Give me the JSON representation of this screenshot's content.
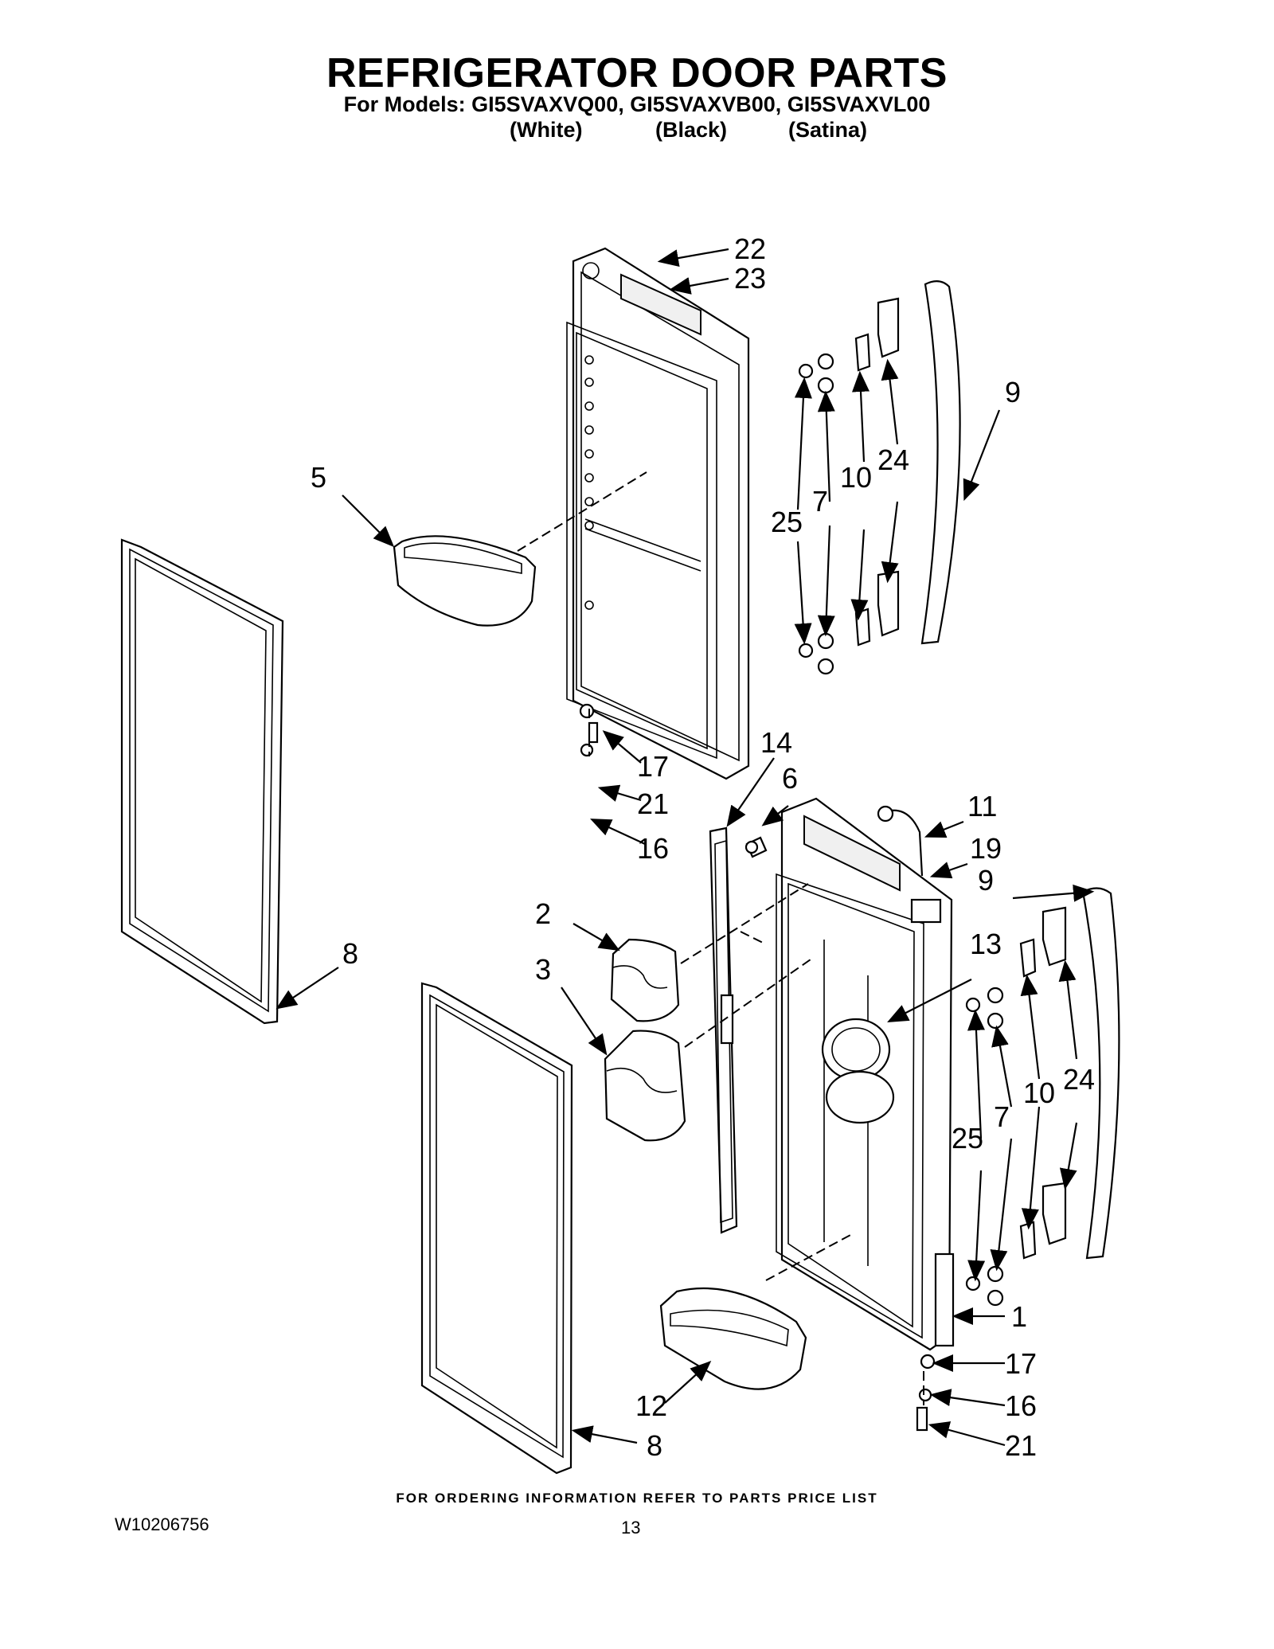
{
  "header": {
    "title": "REFRIGERATOR DOOR PARTS",
    "models_line": "For Models: GI5SVAXVQ00, GI5SVAXVB00, GI5SVAXVL00",
    "variants": [
      "(White)",
      "(Black)",
      "(Satina)"
    ]
  },
  "callouts": {
    "c22": "22",
    "c23": "23",
    "c9a": "9",
    "c5": "5",
    "c24a": "24",
    "c10a": "10",
    "c7a": "7",
    "c25a": "25",
    "c14": "14",
    "c6": "6",
    "c17a": "17",
    "c21a": "21",
    "c16a": "16",
    "c11": "11",
    "c19": "19",
    "c9b": "9",
    "c2": "2",
    "c8a": "8",
    "c3": "3",
    "c13": "13",
    "c24b": "24",
    "c10b": "10",
    "c7b": "7",
    "c25b": "25",
    "c1": "1",
    "c17b": "17",
    "c16b": "16",
    "c12": "12",
    "c21b": "21",
    "c8b": "8"
  },
  "footer": {
    "ordering_note": "FOR ORDERING INFORMATION REFER TO PARTS PRICE LIST",
    "document_number": "W10206756",
    "page_number": "13"
  }
}
